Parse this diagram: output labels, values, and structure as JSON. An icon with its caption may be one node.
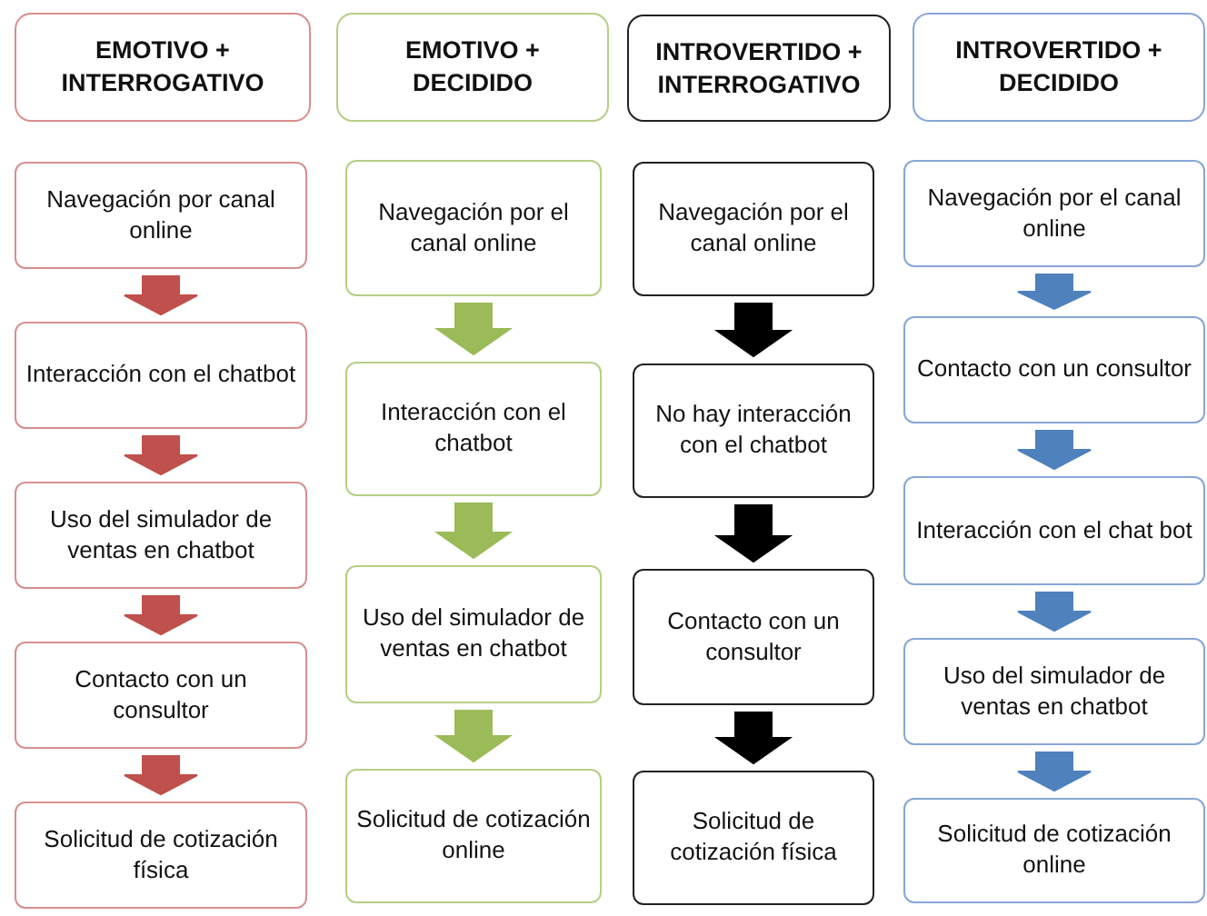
{
  "diagram": {
    "nodes": [
      {
        "text": [
          "EMOTIVO + INTERROGATIVO"
        ]
      },
      {
        "text": [
          "EMOTIVO + DECIDIDO"
        ]
      },
      {
        "text": [
          "INTROVERTIDO + INTERROGATIVO"
        ]
      },
      {
        "text": [
          "INTROVERTIDO + DECIDIDO"
        ]
      },
      {
        "text": [
          "Navegación por canal online"
        ]
      },
      {
        "text": [
          "Interacción con el chatbot"
        ]
      },
      {
        "text": [
          "Uso del simulador de ventas en chatbot"
        ]
      },
      {
        "text": [
          "Contacto con un consultor"
        ]
      },
      {
        "text": [
          "Solicitud de cotización física"
        ]
      },
      {
        "text": [
          "Navegación por el canal online"
        ]
      },
      {
        "text": [
          "Interacción con el chatbot"
        ]
      },
      {
        "text": [
          "Uso del simulador de ventas en chatbot"
        ]
      },
      {
        "text": [
          "Solicitud de cotización online"
        ]
      },
      {
        "text": [
          "Navegación por el canal online"
        ]
      },
      {
        "text": [
          "No hay interacción con el chatbot"
        ]
      },
      {
        "text": [
          "Contacto con un consultor"
        ]
      },
      {
        "text": [
          "Solicitud de cotización física"
        ]
      },
      {
        "text": [
          "Navegación por el canal online"
        ]
      },
      {
        "text": [
          "Contacto con un consultor"
        ]
      },
      {
        "text": [
          "Interacción con el chat bot"
        ]
      },
      {
        "text": [
          "Uso del simulador de ventas en chatbot"
        ]
      },
      {
        "text": [
          "Solicitud de cotización online"
        ]
      }
    ],
    "edges": [
      {
        "from": 4,
        "to": 5,
        "arrow": "to",
        "style": "thick",
        "color": "#c0504d"
      },
      {
        "from": 5,
        "to": 6,
        "arrow": "to",
        "style": "thick",
        "color": "#c0504d"
      },
      {
        "from": 6,
        "to": 7,
        "arrow": "to",
        "style": "thick",
        "color": "#c0504d"
      },
      {
        "from": 7,
        "to": 8,
        "arrow": "to",
        "style": "thick",
        "color": "#c0504d"
      },
      {
        "from": 9,
        "to": 10,
        "arrow": "to",
        "style": "thick",
        "color": "#9bbb59"
      },
      {
        "from": 10,
        "to": 11,
        "arrow": "to",
        "style": "thick",
        "color": "#9bbb59"
      },
      {
        "from": 11,
        "to": 12,
        "arrow": "to",
        "style": "thick",
        "color": "#9bbb59"
      },
      {
        "from": 13,
        "to": 14,
        "arrow": "to",
        "style": "thick",
        "color": "#000000"
      },
      {
        "from": 14,
        "to": 15,
        "arrow": "to",
        "style": "thick",
        "color": "#000000"
      },
      {
        "from": 15,
        "to": 16,
        "arrow": "to",
        "style": "thick",
        "color": "#000000"
      },
      {
        "from": 17,
        "to": 18,
        "arrow": "to",
        "style": "thick",
        "color": "#4f81bd"
      },
      {
        "from": 18,
        "to": 19,
        "arrow": "to",
        "style": "thick",
        "color": "#4f81bd"
      },
      {
        "from": 19,
        "to": 20,
        "arrow": "to",
        "style": "thick",
        "color": "#4f81bd"
      },
      {
        "from": 20,
        "to": 21,
        "arrow": "to",
        "style": "thick",
        "color": "#4f81bd"
      }
    ]
  }
}
